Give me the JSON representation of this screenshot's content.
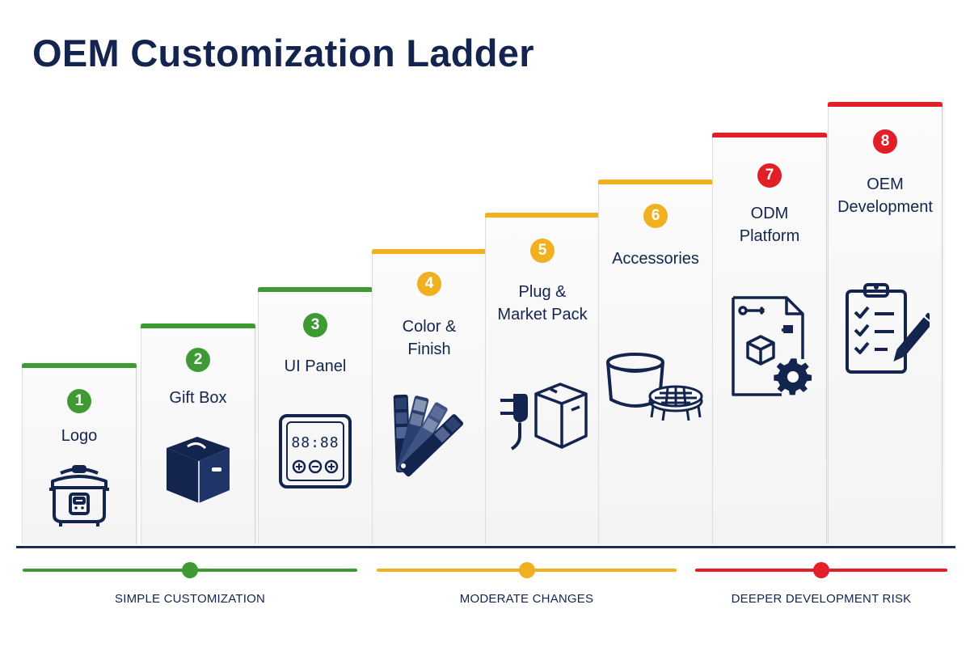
{
  "title": "OEM Customization Ladder",
  "colors": {
    "green": "#3f9a34",
    "amber": "#f0b020",
    "red": "#e21e26",
    "navy": "#13254f"
  },
  "steps": [
    {
      "number": "1",
      "label": "Logo",
      "level": "green",
      "icon": "rice-cooker-icon"
    },
    {
      "number": "2",
      "label": "Gift Box",
      "level": "green",
      "icon": "gift-box-icon"
    },
    {
      "number": "3",
      "label": "UI Panel",
      "level": "green",
      "icon": "control-panel-icon"
    },
    {
      "number": "4",
      "label": "Color &\nFinish",
      "level": "amber",
      "icon": "color-swatch-icon"
    },
    {
      "number": "5",
      "label": "Plug &\nMarket Pack",
      "level": "amber",
      "icon": "plug-and-box-icon"
    },
    {
      "number": "6",
      "label": "Accessories",
      "level": "amber",
      "icon": "pot-and-rack-icon"
    },
    {
      "number": "7",
      "label": "ODM\nPlatform",
      "level": "red",
      "icon": "blueprint-gear-icon"
    },
    {
      "number": "8",
      "label": "OEM\nDevelopment",
      "level": "red",
      "icon": "clipboard-checklist-icon"
    }
  ],
  "panel_display": "88:88",
  "bands": [
    {
      "label": "SIMPLE CUSTOMIZATION",
      "level": "green"
    },
    {
      "label": "MODERATE CHANGES",
      "level": "amber"
    },
    {
      "label": "DEEPER DEVELOPMENT RISK",
      "level": "red"
    }
  ]
}
